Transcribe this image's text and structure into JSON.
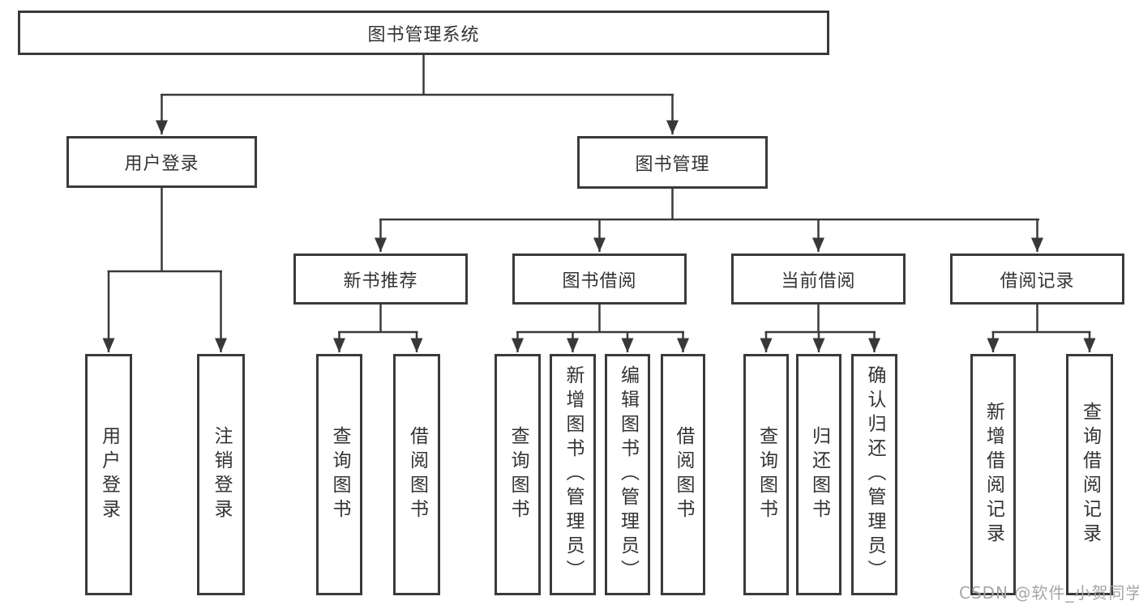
{
  "diagram_title": "图书管理系统",
  "nodes": {
    "root": "图书管理系统",
    "user_login": "用户登录",
    "book_mgmt": "图书管理",
    "user_login_leaf": "用户登录",
    "logout_leaf": "注销登录",
    "new_book_rec": "新书推荐",
    "book_borrow": "图书借阅",
    "current_borrow": "当前借阅",
    "borrow_records": "借阅记录",
    "nb_query_book": "查询图书",
    "nb_borrow_book": "借阅图书",
    "bb_query_book": "查询图书",
    "bb_add_book": "新增图书（管理员）",
    "bb_edit_book": "编辑图书（管理员）",
    "bb_borrow_book": "借阅图书",
    "cb_query_book": "查询图书",
    "cb_return_book": "归还图书",
    "cb_confirm_return": "确认归还（管理员）",
    "br_add_record": "新增借阅记录",
    "br_query_record": "查询借阅记录"
  },
  "hierarchy": {
    "图书管理系统": [
      "用户登录",
      "图书管理"
    ],
    "用户登录": [
      "用户登录",
      "注销登录"
    ],
    "图书管理": [
      "新书推荐",
      "图书借阅",
      "当前借阅",
      "借阅记录"
    ],
    "新书推荐": [
      "查询图书",
      "借阅图书"
    ],
    "图书借阅": [
      "查询图书",
      "新增图书（管理员）",
      "编辑图书（管理员）",
      "借阅图书"
    ],
    "当前借阅": [
      "查询图书",
      "归还图书",
      "确认归还（管理员）"
    ],
    "借阅记录": [
      "新增借阅记录",
      "查询借阅记录"
    ]
  },
  "watermark": "CSDN @软件_小贺同学",
  "colors": {
    "line": "#3a3a3a",
    "text": "#333333",
    "watermark": "#a6a6a6",
    "background": "#ffffff"
  }
}
